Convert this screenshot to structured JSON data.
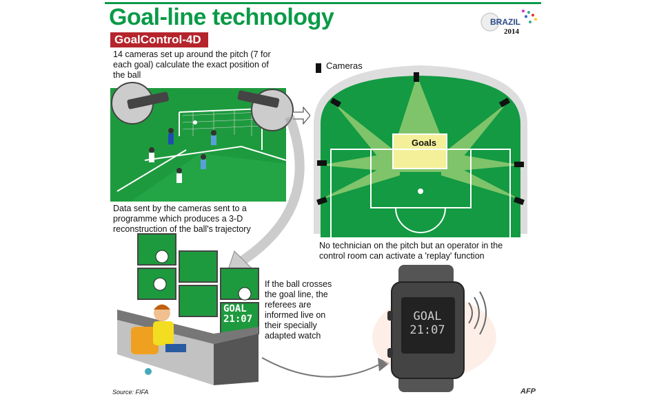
{
  "header": {
    "title": "Goal-line technology",
    "subtitle": "GoalControl-4D",
    "logo_text": "BRAZIL 2014"
  },
  "texts": {
    "cameras_intro": "14 cameras set up around the pitch (7 for each goal) calculate the exact position of the ball",
    "data_sent": "Data sent by the cameras sent to a programme which produces a 3-D reconstruction of the ball's trajectory",
    "no_technician": "No technician on the pitch but an operator in the control room can activate a 'replay' function",
    "referees": "If the ball crosses the goal line, the referees are informed live on their specially adapted watch"
  },
  "field": {
    "legend": "Cameras",
    "goals_label": "Goals"
  },
  "monitor": {
    "line1": "GOAL",
    "line2": "21:07"
  },
  "watch": {
    "line1": "GOAL",
    "line2": "21:07"
  },
  "footer": {
    "source": "Source: FIFA",
    "credit": "AFP"
  },
  "colors": {
    "green": "#0a9a48",
    "red": "#b5252b",
    "pitch": "#139a43"
  }
}
